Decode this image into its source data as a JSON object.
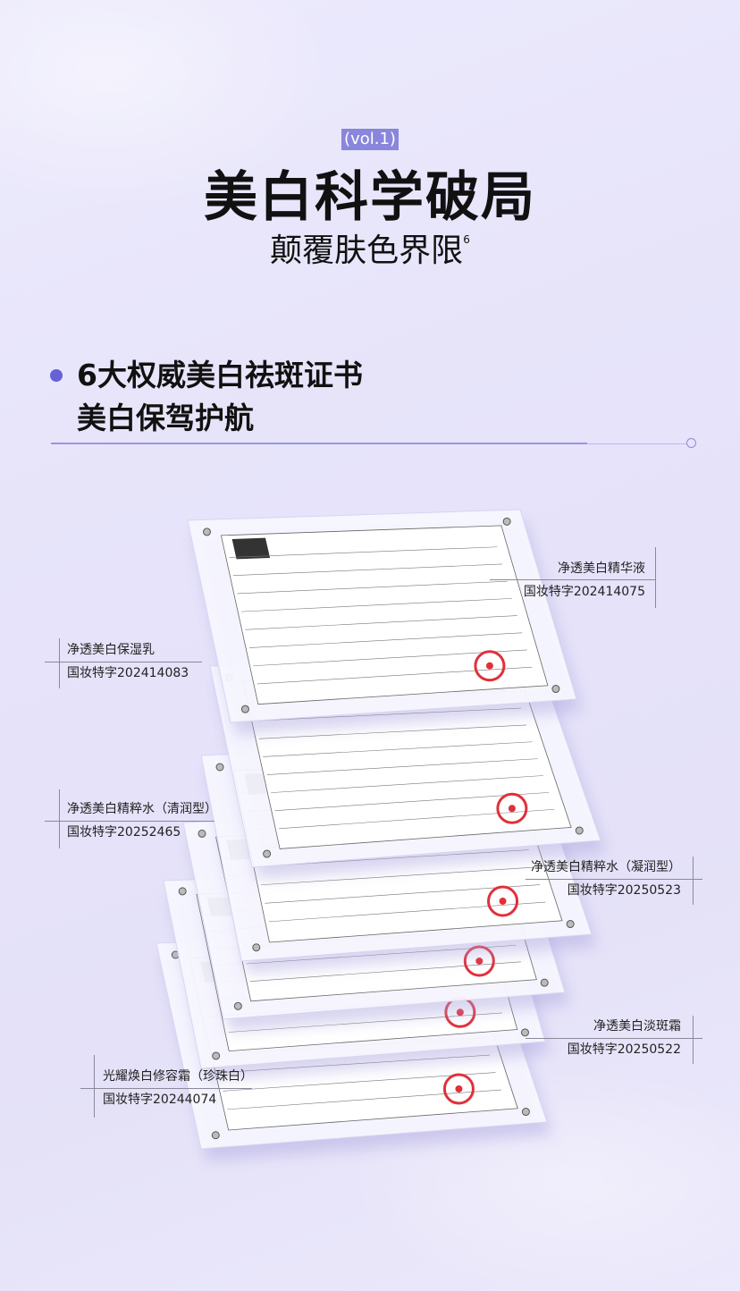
{
  "header": {
    "vol": "(vol.1)",
    "title": "美白科学破局",
    "subtitle": "颠覆肤色界限",
    "subtitle_sup": "6"
  },
  "section": {
    "line1": "6大权威美白祛斑证书",
    "line2": "美白保驾护航"
  },
  "certificates": [
    {
      "name": "净透美白精华液",
      "code": "国妆特字202414075"
    },
    {
      "name": "净透美白保湿乳",
      "code": "国妆特字202414083"
    },
    {
      "name": "净透美白精粹水（清润型）",
      "code": "国妆特字20252465"
    },
    {
      "name": "净透美白精粹水（凝润型）",
      "code": "国妆特字20250523"
    },
    {
      "name": "净透美白淡斑霜",
      "code": "国妆特字20250522"
    },
    {
      "name": "光耀焕白修容霜（珍珠白）",
      "code": "国妆特字20244074"
    }
  ],
  "colors": {
    "accent": "#6662d6",
    "vol_bg": "#8a86dc",
    "stamp": "#e0303a"
  }
}
